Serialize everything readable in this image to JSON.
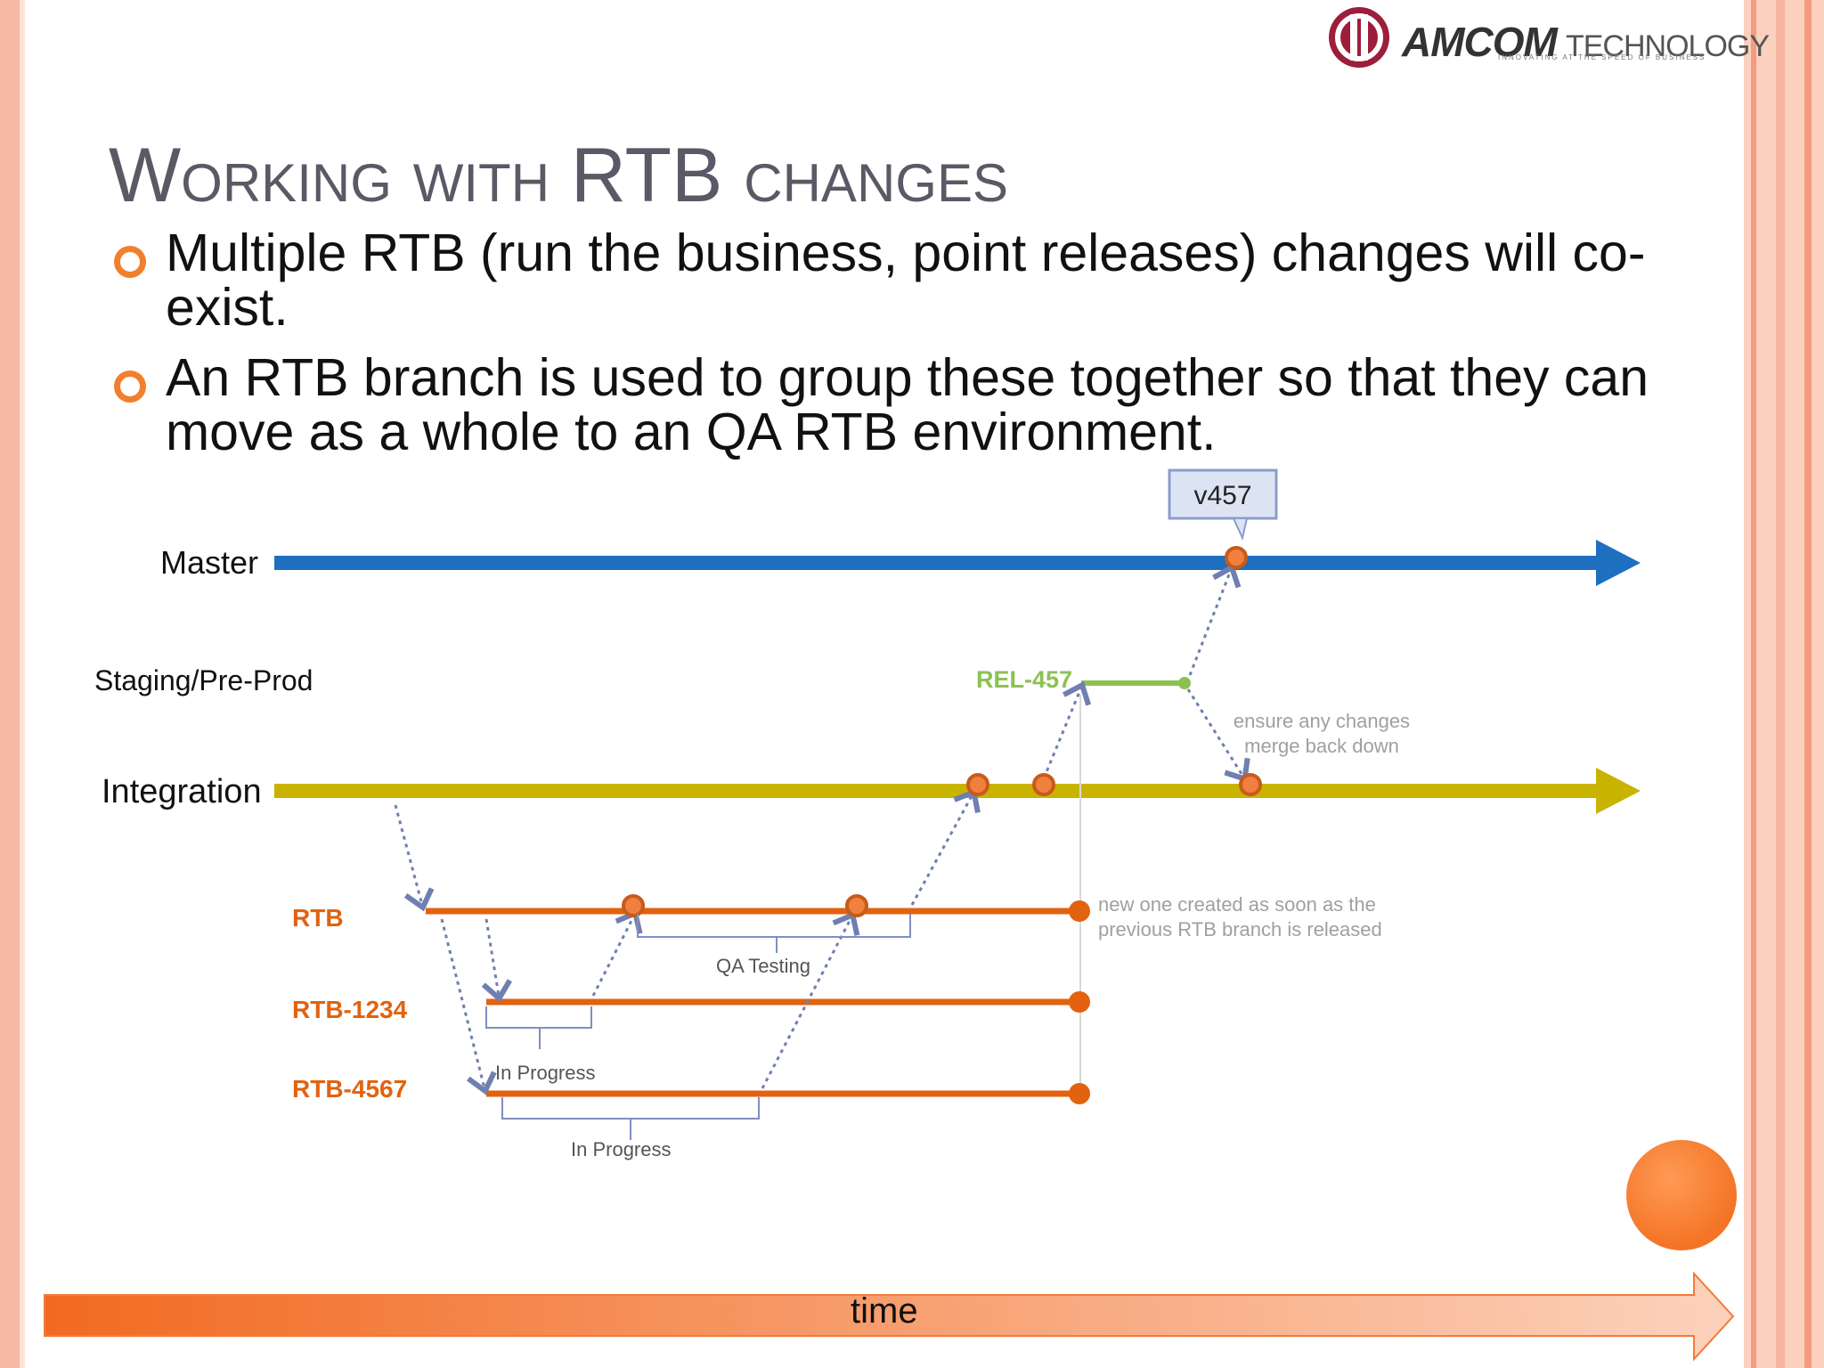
{
  "logo": {
    "brand": "AMCOM",
    "suffix": "TECHNOLOGY",
    "tagline": "INNOVATING AT THE SPEED OF BUSINESS"
  },
  "title": "Working with RTB changes",
  "bullets": [
    {
      "text": "Multiple RTB (run the business, point releases) changes will co-exist."
    },
    {
      "text": "An RTB branch is used to group these together so that they can move as a whole to an QA RTB environment."
    }
  ],
  "diagram": {
    "branches": {
      "master": "Master",
      "staging": "Staging/Pre-Prod",
      "integration": "Integration",
      "rtb": "RTB",
      "rtb1234": "RTB-1234",
      "rtb4567": "RTB-4567",
      "release": "REL-457"
    },
    "callout": "v457",
    "annotations": {
      "merge_back_1": "ensure any changes",
      "merge_back_2": "merge back down",
      "new_rtb_1": "new one created as soon as the",
      "new_rtb_2": "previous RTB branch is released",
      "qa_testing": "QA Testing",
      "in_progress_1": "In Progress",
      "in_progress_2": "In Progress"
    },
    "axis": "time",
    "colors": {
      "master": "#1f6fc0",
      "integration": "#c8b400",
      "rtb": "#e2620f",
      "release": "#8cc152",
      "connector": "#6f7fb0",
      "time_arrow": "#f47a3a"
    }
  }
}
